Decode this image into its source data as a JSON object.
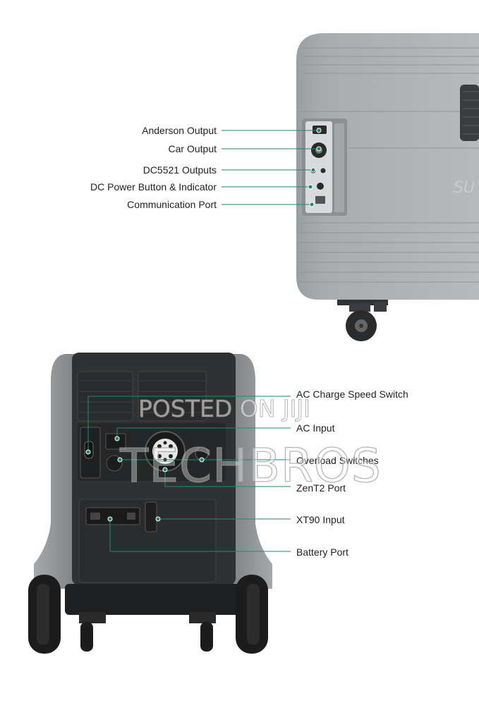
{
  "labels_top": [
    "Anderson Output",
    "Car Output",
    "DC5521 Outputs",
    "DC Power Button & Indicator",
    "Communication Port"
  ],
  "labels_bottom": [
    "AC Charge Speed Switch",
    "AC Input",
    "Overload Switches",
    "ZenT2 Port",
    "XT90 Input",
    "Battery Port"
  ],
  "watermark": {
    "line1": "POSTED ON JIJI",
    "line2": "TECHBROS"
  },
  "colors": {
    "callout_line": "#1e8a6a",
    "dot": "#1e8a6a",
    "unit_gray": "#9ea1a3",
    "unit_dark": "#2b2b2b"
  }
}
